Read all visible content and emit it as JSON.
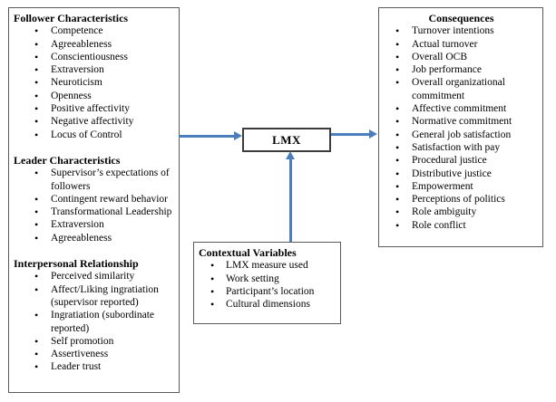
{
  "diagram": {
    "title_hint": "LMX antecedents and consequences model",
    "colors": {
      "arrow": "#4a7ebc",
      "box_border": "#5a5a5a",
      "lmx_border": "#3c3c3c",
      "background": "#ffffff",
      "text": "#000000"
    },
    "antecedents_box": {
      "sections": [
        {
          "heading": "Follower Characteristics",
          "items": [
            "Competence",
            "Agreeableness",
            "Conscientiousness",
            "Extraversion",
            "Neuroticism",
            "Openness",
            "Positive affectivity",
            "Negative affectivity",
            "Locus of Control"
          ]
        },
        {
          "heading": "Leader Characteristics",
          "items": [
            "Supervisor’s expectations of followers",
            "Contingent reward behavior",
            "Transformational Leadership",
            "Extraversion",
            "Agreeableness"
          ]
        },
        {
          "heading": "Interpersonal Relationship",
          "items": [
            "Perceived similarity",
            "Affect/Liking ingratiation (supervisor reported)",
            "Ingratiation (subordinate reported)",
            "Self promotion",
            "Assertiveness",
            "Leader trust"
          ]
        }
      ]
    },
    "lmx_box": {
      "label": "LMX"
    },
    "consequences_box": {
      "heading": "Consequences",
      "items": [
        "Turnover intentions",
        "Actual turnover",
        "Overall OCB",
        "Job performance",
        "Overall organizational commitment",
        "Affective commitment",
        "Normative commitment",
        "General job satisfaction",
        "Satisfaction with pay",
        "Procedural justice",
        "Distributive justice",
        "Empowerment",
        "Perceptions of politics",
        "Role ambiguity",
        "Role conflict"
      ]
    },
    "contextual_box": {
      "heading": "Contextual Variables",
      "items": [
        "LMX measure used",
        "Work setting",
        "Participant’s location",
        "Cultural dimensions"
      ]
    }
  }
}
